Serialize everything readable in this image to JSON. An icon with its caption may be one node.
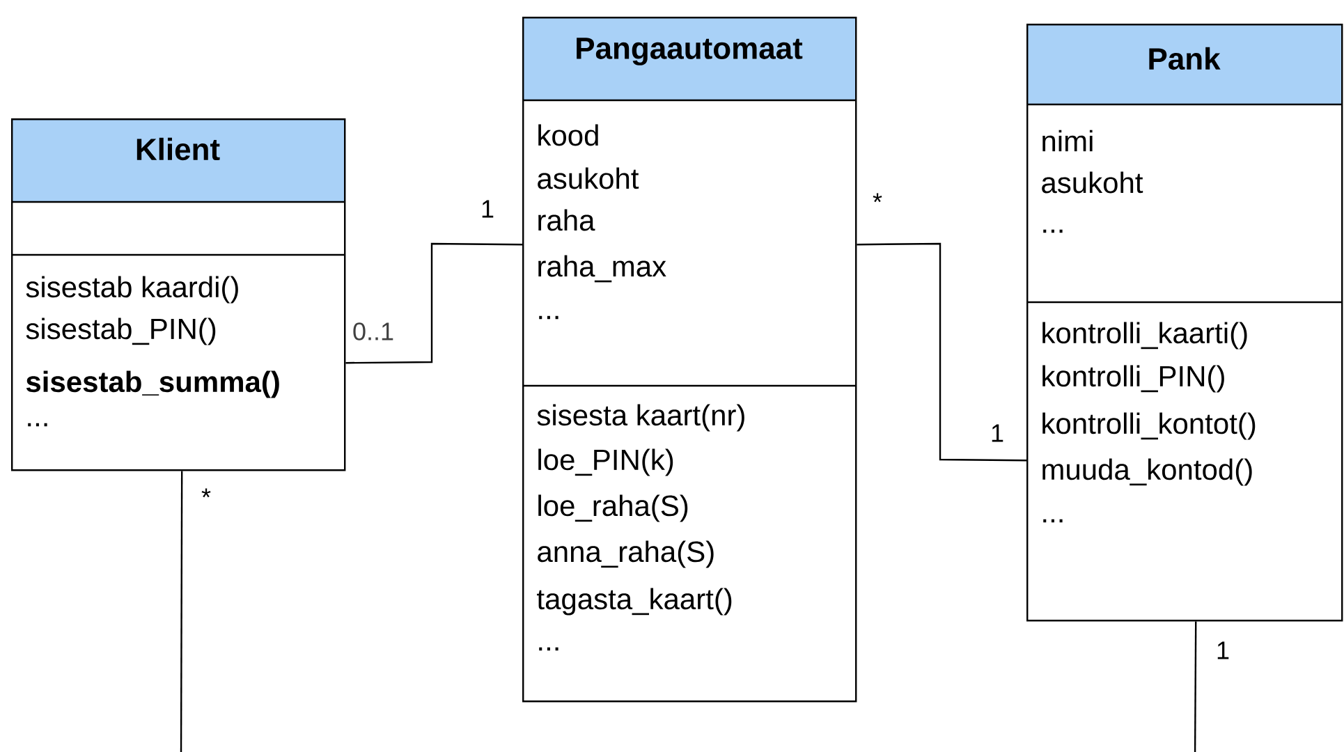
{
  "diagram": {
    "nodes": [
      {
        "text": [
          "Klient",
          "sisestab kaardi()",
          "sisestab_PIN()",
          "sisestab_summa()",
          "..."
        ]
      },
      {
        "text": [
          "Pangaautomaat",
          "kood",
          "asukoht",
          "raha",
          "raha_max",
          "...",
          "sisesta kaart(nr)",
          "loe_PIN(k)",
          "loe_raha(S)",
          "anna_raha(S)",
          "tagasta_kaart()",
          "..."
        ]
      },
      {
        "text": [
          "Pank",
          "nimi",
          "asukoht",
          "...",
          "kontrolli_kaarti()",
          "kontrolli_PIN()",
          "kontrolli_kontot()",
          "muuda_kontod()",
          "..."
        ]
      }
    ],
    "edges": [
      {
        "from": 0,
        "to": 1,
        "arrow": "none"
      },
      {
        "from": 1,
        "to": 2,
        "arrow": "none"
      },
      {
        "from": 0,
        "to": null,
        "arrow": "none"
      },
      {
        "from": 2,
        "to": null,
        "arrow": "none"
      }
    ],
    "labels": [
      "1",
      "0..1",
      "*",
      "1",
      "*",
      "1"
    ]
  }
}
